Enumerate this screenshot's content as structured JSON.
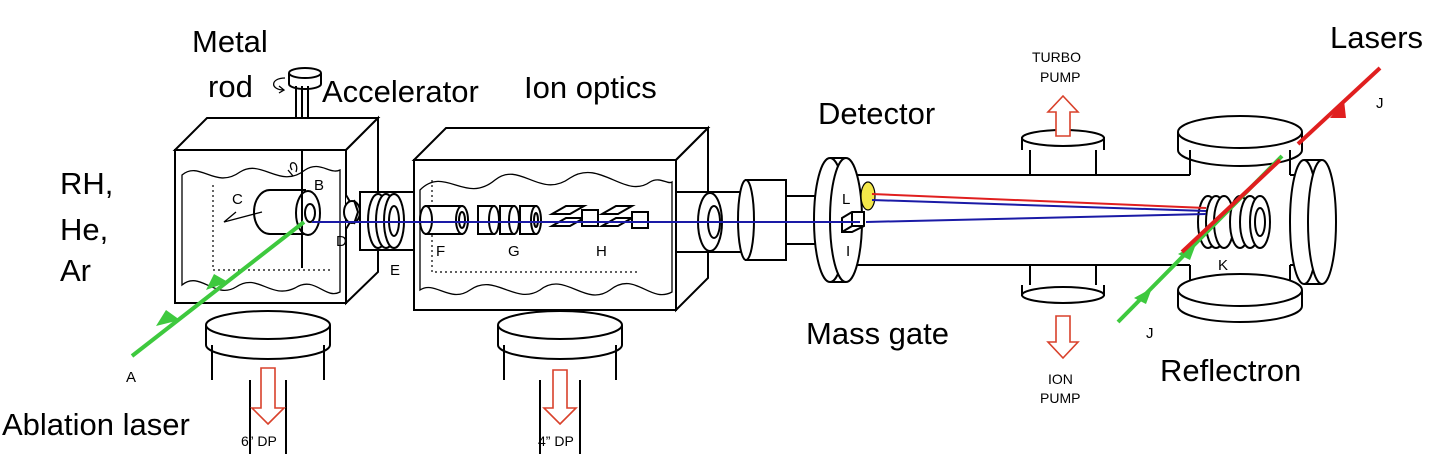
{
  "labels": {
    "metal_rod": [
      "Metal",
      "rod"
    ],
    "accelerator": "Accelerator",
    "ion_optics": "Ion optics",
    "detector": "Detector",
    "mass_gate": "Mass gate",
    "reflectron": "Reflectron",
    "lasers": "Lasers",
    "ablation_laser": "Ablation laser",
    "gases": [
      "RH,",
      "He,",
      "Ar"
    ]
  },
  "pumps": {
    "turbo": [
      "TURBO",
      "PUMP"
    ],
    "ion": [
      "ION",
      "PUMP"
    ],
    "dp6": "6” DP",
    "dp4": "4” DP"
  },
  "parts": {
    "A": "A",
    "B": "B",
    "C": "C",
    "D": "D",
    "E": "E",
    "F": "F",
    "G": "G",
    "H": "H",
    "I": "I",
    "J": "J",
    "K": "K",
    "L": "L"
  },
  "colors": {
    "ablation_beam": "#3ec93e",
    "ion_beam": "#1a1aa6",
    "probe_laser": "#e01f1f",
    "detector_face": "#f4e84a",
    "pump_arrow": "#d9412b"
  }
}
